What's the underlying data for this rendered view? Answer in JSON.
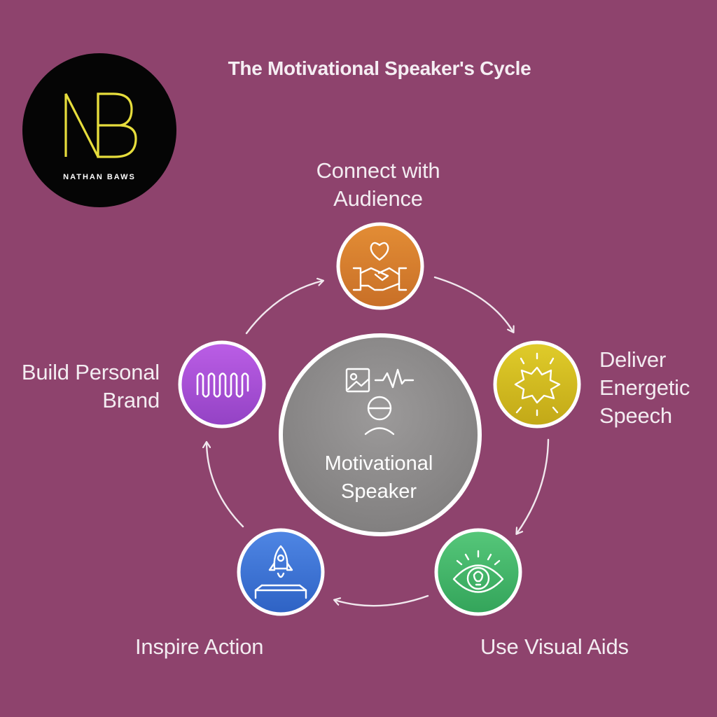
{
  "title": "The Motivational Speaker's Cycle",
  "logo": {
    "name": "NATHAN BAWS",
    "monogram": "NB",
    "monogram_color": "#e6dd3c"
  },
  "colors": {
    "background": "#8e436d",
    "center": "#8d8b8b",
    "connect": "#d7802f",
    "deliver": "#d2bd1c",
    "visual": "#46b96b",
    "inspire": "#3c76d8",
    "brand": "#aa4fd6"
  },
  "center": {
    "line1": "Motivational",
    "line2": "Speaker",
    "icons": [
      "image-icon",
      "pulse-icon",
      "person-icon"
    ]
  },
  "stages": [
    {
      "key": "connect",
      "label_lines": [
        "Connect with",
        "Audience"
      ],
      "icon": "handshake-heart-icon"
    },
    {
      "key": "deliver",
      "label_lines": [
        "Deliver",
        "Energetic",
        "Speech"
      ],
      "icon": "burst-icon"
    },
    {
      "key": "visual",
      "label_lines": [
        "Use Visual Aids"
      ],
      "icon": "eye-bulb-icon"
    },
    {
      "key": "inspire",
      "label_lines": [
        "Inspire Action"
      ],
      "icon": "rocket-icon"
    },
    {
      "key": "brand",
      "label_lines": [
        "Build Personal",
        "Brand"
      ],
      "icon": "wave-icon"
    }
  ]
}
